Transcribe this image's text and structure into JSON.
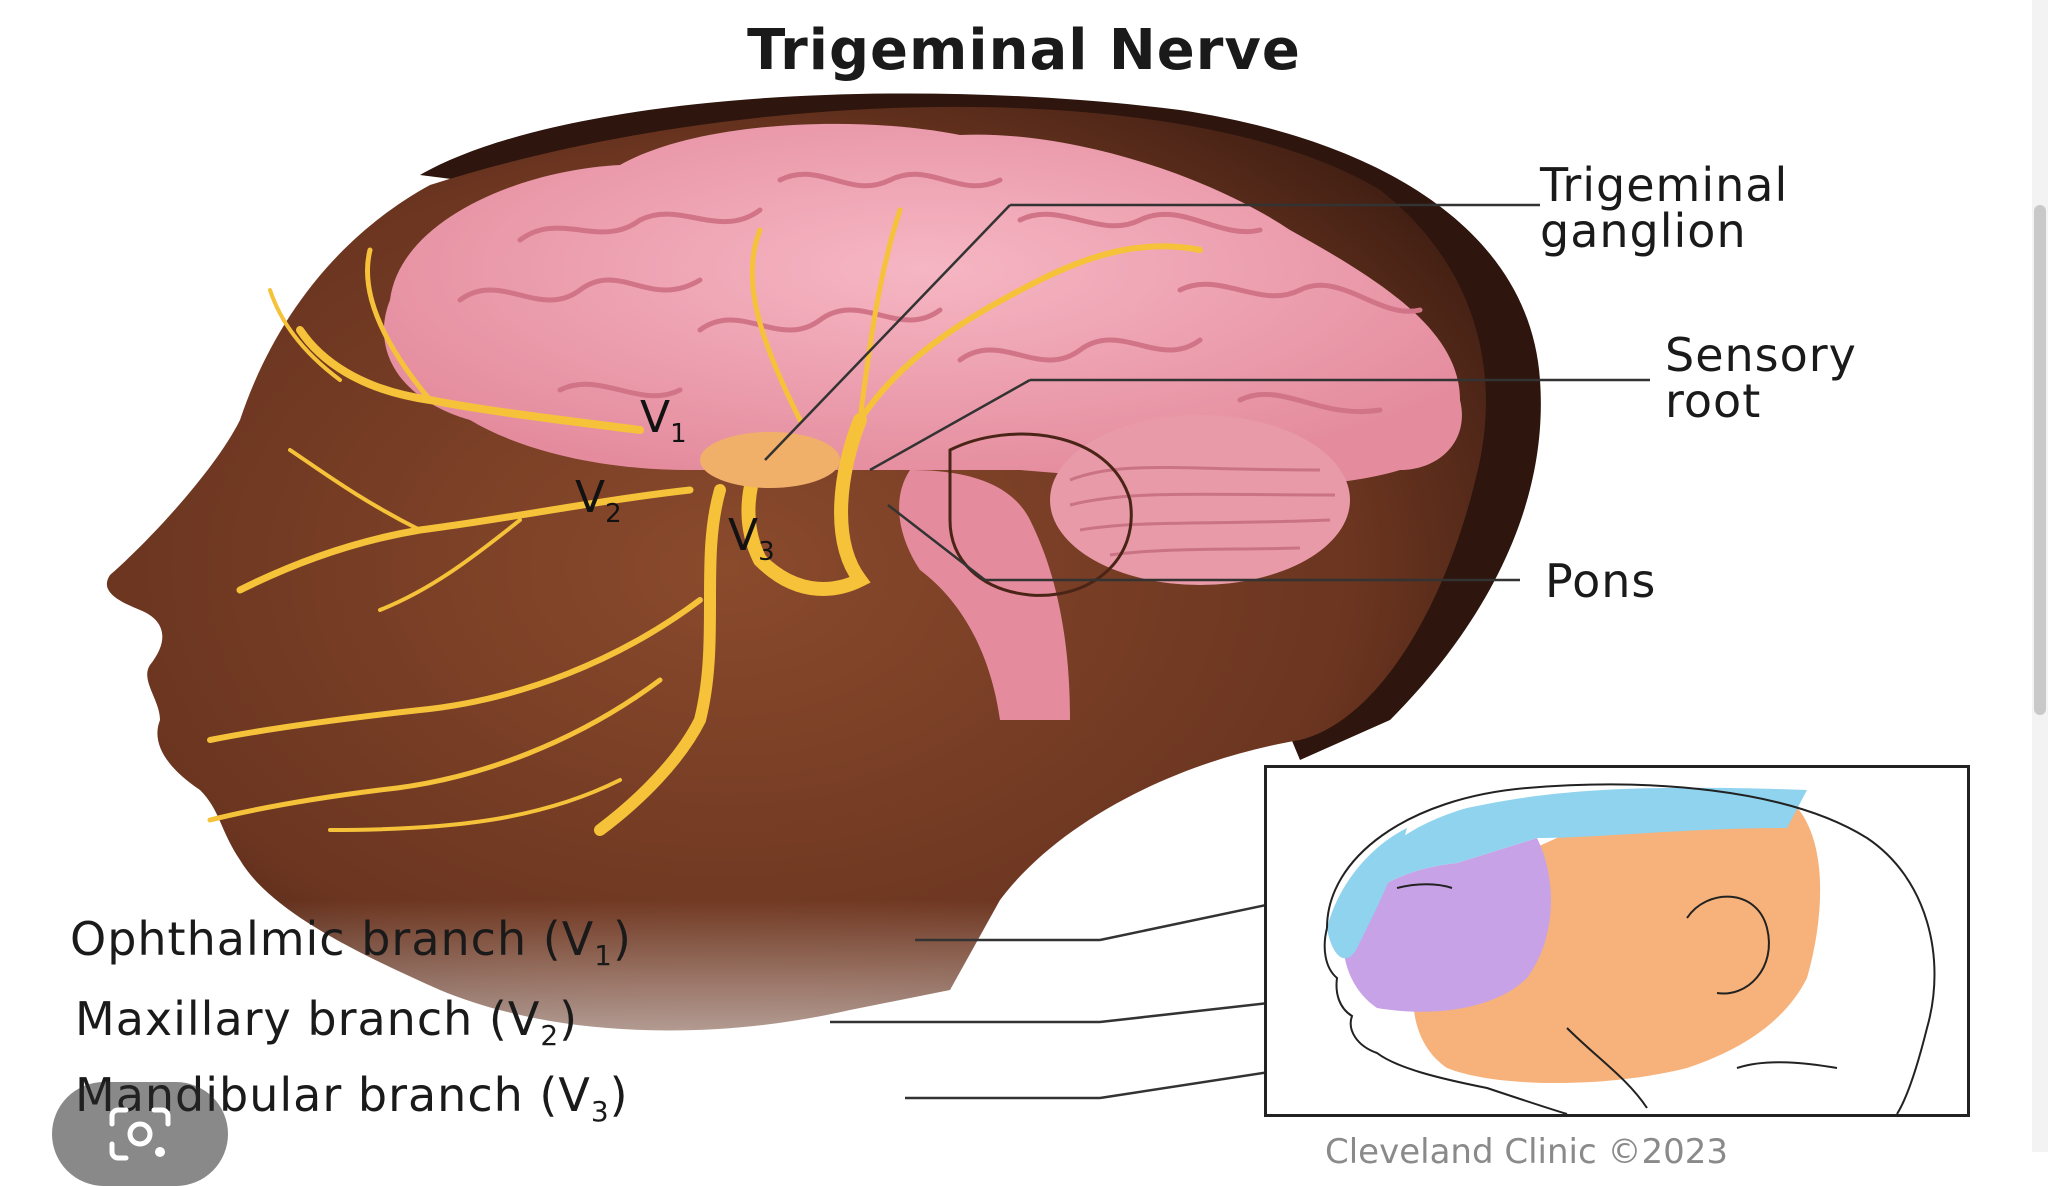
{
  "title": "Trigeminal Nerve",
  "labels": {
    "ganglion_line1": "Trigeminal",
    "ganglion_line2": "ganglion",
    "root_line1": "Sensory",
    "root_line2": "root",
    "pons": "Pons"
  },
  "branch_marks": {
    "v1": {
      "letter": "V",
      "sub": "1"
    },
    "v2": {
      "letter": "V",
      "sub": "2"
    },
    "v3": {
      "letter": "V",
      "sub": "3"
    }
  },
  "branches": [
    {
      "name": "Ophthalmic branch (V",
      "sub": "1",
      "close": ")"
    },
    {
      "name": "Maxillary branch (V",
      "sub": "2",
      "close": ")"
    },
    {
      "name": "Mandibular branch (V",
      "sub": "3",
      "close": ")"
    }
  ],
  "colors": {
    "skin": "#7a4126",
    "skin_dark": "#3d1d12",
    "brain": "#f2a4b4",
    "nerve": "#f5c23a",
    "v1_zone": "#8fd3ee",
    "v2_zone": "#c8a2e6",
    "v3_zone": "#f6b27a"
  },
  "watermark": "Cleveland Clinic  ©2023",
  "icons": {
    "lens": "google-lens-icon"
  }
}
